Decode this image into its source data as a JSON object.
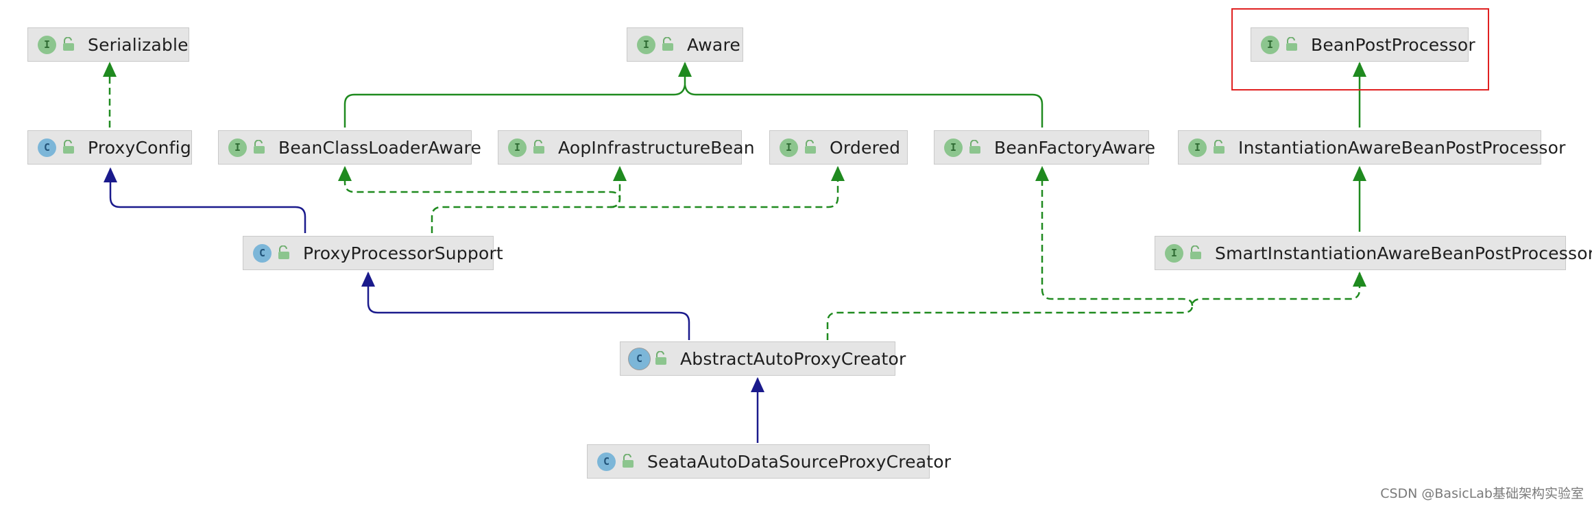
{
  "colors": {
    "inheritance_edge": "#1a1a8c",
    "implementation_edge": "#1f8a1f",
    "highlight": "#e02020",
    "interface_badge": "#8cc58e",
    "class_badge": "#7cb6d8"
  },
  "nodes": {
    "serializable": {
      "label": "Serializable",
      "kind": "interface",
      "badge": "I"
    },
    "aware": {
      "label": "Aware",
      "kind": "interface",
      "badge": "I"
    },
    "bean_post_processor": {
      "label": "BeanPostProcessor",
      "kind": "interface",
      "badge": "I"
    },
    "proxy_config": {
      "label": "ProxyConfig",
      "kind": "class",
      "badge": "C"
    },
    "bean_class_loader_aware": {
      "label": "BeanClassLoaderAware",
      "kind": "interface",
      "badge": "I"
    },
    "aop_infrastructure_bean": {
      "label": "AopInfrastructureBean",
      "kind": "interface",
      "badge": "I"
    },
    "ordered": {
      "label": "Ordered",
      "kind": "interface",
      "badge": "I"
    },
    "bean_factory_aware": {
      "label": "BeanFactoryAware",
      "kind": "interface",
      "badge": "I"
    },
    "instantiation_aware_bpp": {
      "label": "InstantiationAwareBeanPostProcessor",
      "kind": "interface",
      "badge": "I"
    },
    "proxy_processor_support": {
      "label": "ProxyProcessorSupport",
      "kind": "class",
      "badge": "C"
    },
    "smart_instantiation_aware_bpp": {
      "label": "SmartInstantiationAwareBeanPostProcessor",
      "kind": "interface",
      "badge": "I"
    },
    "abstract_auto_proxy_creator": {
      "label": "AbstractAutoProxyCreator",
      "kind": "abstract-class",
      "badge": "C"
    },
    "seata_auto_data_source_proxy_creator": {
      "label": "SeataAutoDataSourceProxyCreator",
      "kind": "class",
      "badge": "C"
    }
  },
  "edges": [
    {
      "from": "proxy_config",
      "to": "serializable",
      "type": "implements"
    },
    {
      "from": "bean_class_loader_aware",
      "to": "aware",
      "type": "extends"
    },
    {
      "from": "bean_factory_aware",
      "to": "aware",
      "type": "extends"
    },
    {
      "from": "instantiation_aware_bpp",
      "to": "bean_post_processor",
      "type": "extends"
    },
    {
      "from": "smart_instantiation_aware_bpp",
      "to": "instantiation_aware_bpp",
      "type": "extends"
    },
    {
      "from": "proxy_processor_support",
      "to": "proxy_config",
      "type": "extends"
    },
    {
      "from": "proxy_processor_support",
      "to": "bean_class_loader_aware",
      "type": "implements"
    },
    {
      "from": "proxy_processor_support",
      "to": "aop_infrastructure_bean",
      "type": "implements"
    },
    {
      "from": "proxy_processor_support",
      "to": "ordered",
      "type": "implements"
    },
    {
      "from": "abstract_auto_proxy_creator",
      "to": "proxy_processor_support",
      "type": "extends"
    },
    {
      "from": "abstract_auto_proxy_creator",
      "to": "bean_factory_aware",
      "type": "implements"
    },
    {
      "from": "abstract_auto_proxy_creator",
      "to": "smart_instantiation_aware_bpp",
      "type": "implements"
    },
    {
      "from": "seata_auto_data_source_proxy_creator",
      "to": "abstract_auto_proxy_creator",
      "type": "extends"
    }
  ],
  "highlighted_node": "bean_post_processor",
  "watermark": "CSDN @BasicLab基础架构实验室"
}
